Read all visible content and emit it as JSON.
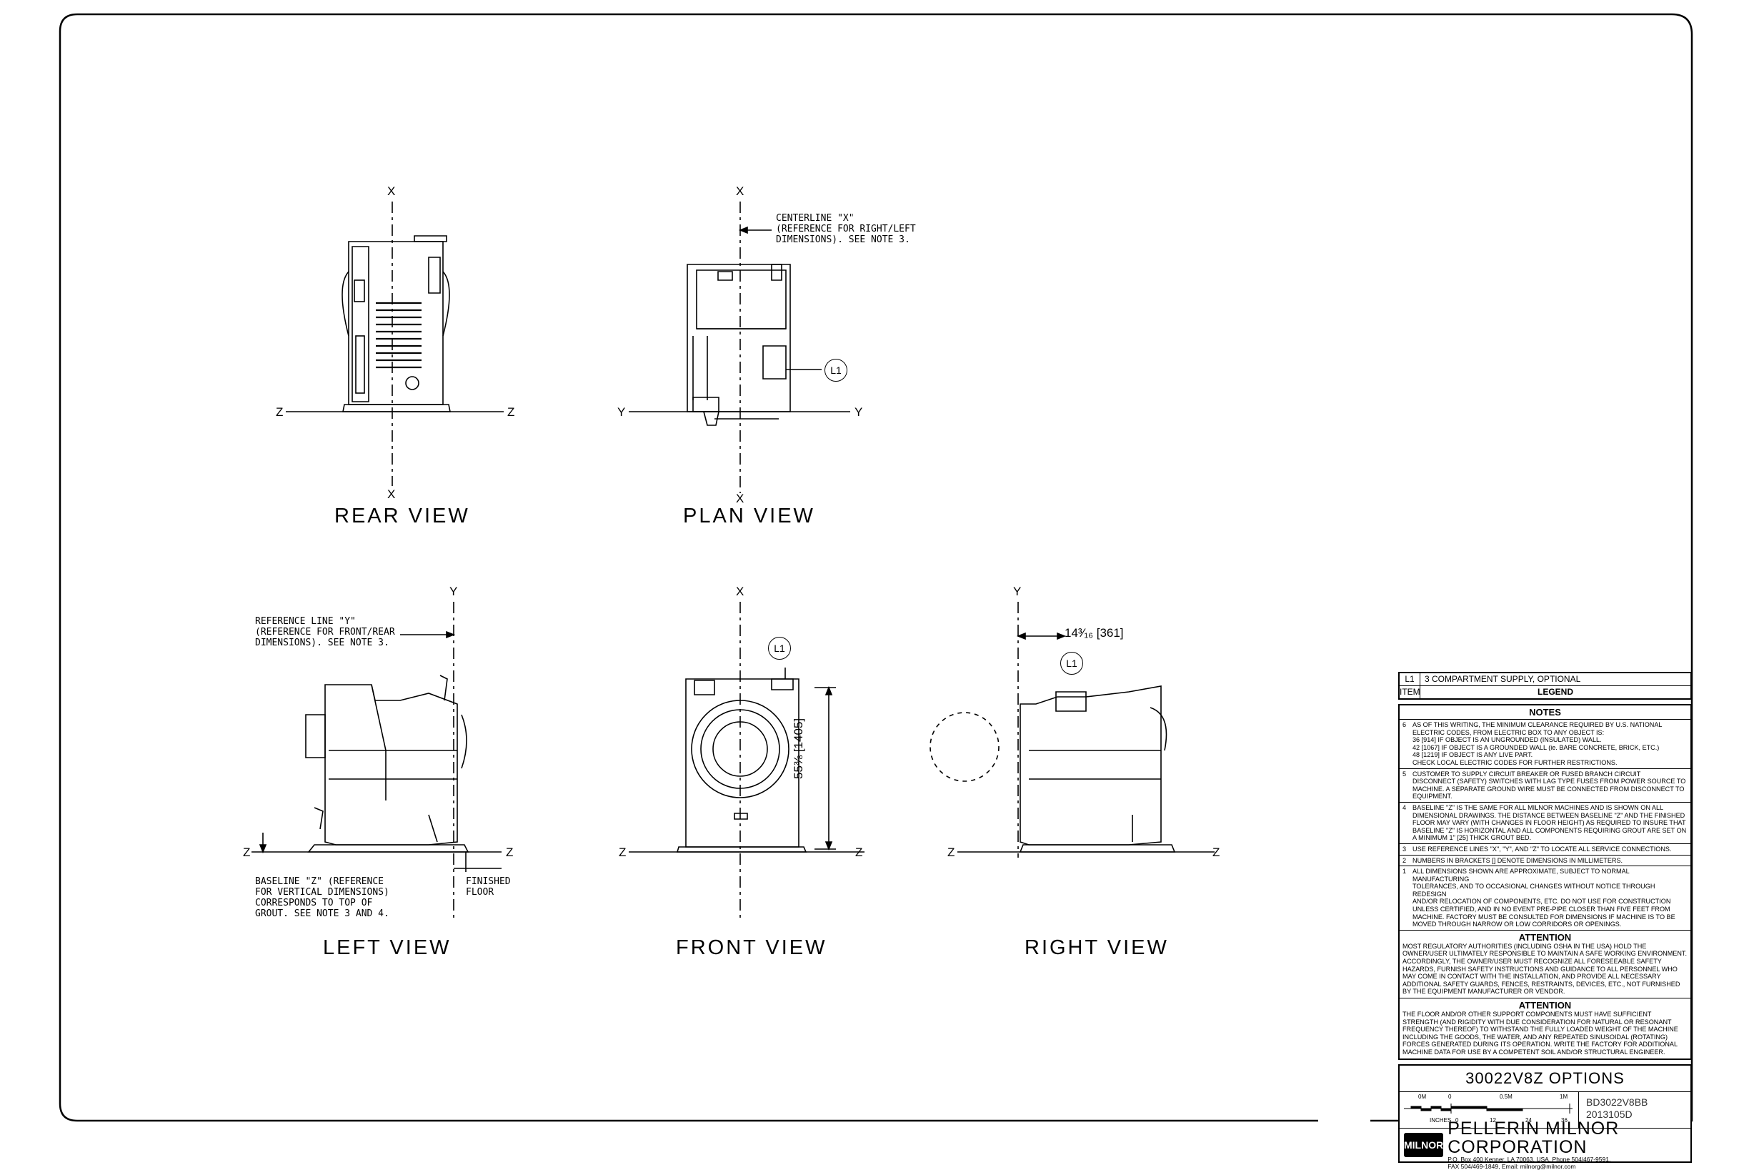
{
  "views": {
    "rear": "REAR VIEW",
    "plan": "PLAN VIEW",
    "left": "LEFT VIEW",
    "front": "FRONT VIEW",
    "right": "RIGHT VIEW"
  },
  "axis_letters": {
    "x": "X",
    "y": "Y",
    "z": "Z"
  },
  "callouts": {
    "centerline_x": "CENTERLINE \"X\"\n(REFERENCE FOR RIGHT/LEFT\nDIMENSIONS). SEE NOTE 3.",
    "reference_line_y": "REFERENCE LINE \"Y\"\n(REFERENCE FOR FRONT/REAR\nDIMENSIONS). SEE NOTE 3.",
    "baseline_z": "BASELINE \"Z\" (REFERENCE\nFOR VERTICAL DIMENSIONS)\nCORRESPONDS TO TOP OF\nGROUT. SEE NOTE 3 AND 4.",
    "finished_floor": "FINISHED\nFLOOR",
    "balloon": "L1"
  },
  "dimensions": {
    "front_height": "55⅜ [1405]",
    "right_offset": "14³⁄₁₆ [361]"
  },
  "legend": {
    "item_id": "L1",
    "item_text": "3 COMPARTMENT SUPPLY, OPTIONAL",
    "header_item": "ITEM",
    "header_legend": "LEGEND"
  },
  "notes": {
    "title": "NOTES",
    "items": [
      {
        "num": "6",
        "text": "AS OF THIS WRITING, THE MINIMUM CLEARANCE REQUIRED BY U.S. NATIONAL\nELECTRIC CODES, FROM ELECTRIC BOX TO ANY OBJECT IS:\n      36 [914] IF OBJECT IS AN UNGROUNDED (INSULATED) WALL.\n      42 [1067] IF OBJECT IS A GROUNDED WALL (ie. BARE CONCRETE, BRICK, ETC.)\n      48 [1219] IF OBJECT IS ANY LIVE PART.\nCHECK LOCAL ELECTRIC CODES FOR FURTHER RESTRICTIONS."
      },
      {
        "num": "5",
        "text": "CUSTOMER TO SUPPLY CIRCUIT BREAKER OR FUSED BRANCH CIRCUIT\nDISCONNECT (SAFETY) SWITCHES WITH LAG TYPE FUSES FROM POWER SOURCE TO\nMACHINE. A SEPARATE GROUND WIRE MUST BE CONNECTED FROM DISCONNECT TO\nEQUIPMENT."
      },
      {
        "num": "4",
        "text": "BASELINE \"Z\" IS THE SAME FOR ALL MILNOR MACHINES AND IS SHOWN ON ALL\nDIMENSIONAL DRAWINGS. THE DISTANCE BETWEEN BASELINE \"Z\" AND THE FINISHED\nFLOOR MAY VARY (WITH CHANGES IN FLOOR HEIGHT) AS REQUIRED TO INSURE THAT\nBASELINE \"Z\" IS HORIZONTAL AND ALL COMPONENTS REQUIRING GROUT ARE SET ON\nA MINIMUM 1\" [25] THICK GROUT BED."
      },
      {
        "num": "3",
        "text": "USE REFERENCE LINES \"X\", \"Y\", AND \"Z\" TO LOCATE ALL SERVICE CONNECTIONS."
      },
      {
        "num": "2",
        "text": "NUMBERS IN BRACKETS [] DENOTE DIMENSIONS IN MILLIMETERS."
      },
      {
        "num": "1",
        "text": "ALL DIMENSIONS SHOWN ARE APPROXIMATE, SUBJECT TO NORMAL MANUFACTURING\nTOLERANCES, AND TO OCCASIONAL CHANGES WITHOUT NOTICE THROUGH REDESIGN\nAND/OR RELOCATION OF COMPONENTS, ETC. DO NOT USE FOR CONSTRUCTION\nUNLESS CERTIFIED, AND IN NO EVENT PRE-PIPE CLOSER THAN FIVE FEET FROM\nMACHINE. FACTORY MUST BE CONSULTED FOR DIMENSIONS IF MACHINE IS TO BE\nMOVED THROUGH NARROW OR LOW CORRIDORS OR OPENINGS."
      }
    ]
  },
  "attention": [
    {
      "title": "ATTENTION",
      "text": "MOST REGULATORY AUTHORITIES (INCLUDING OSHA IN THE USA) HOLD THE OWNER/USER ULTIMATELY RESPONSIBLE TO MAINTAIN A SAFE WORKING ENVIRONMENT. ACCORDINGLY, THE OWNER/USER MUST RECOGNIZE ALL FORESEEABLE SAFETY HAZARDS, FURNISH SAFETY INSTRUCTIONS AND GUIDANCE TO ALL PERSONNEL WHO MAY COME IN CONTACT WITH THE INSTALLATION, AND PROVIDE ALL NECESSARY ADDITIONAL SAFETY GUARDS, FENCES, RESTRAINTS, DEVICES, ETC., NOT FURNISHED BY THE EQUIPMENT MANUFACTURER OR VENDOR."
    },
    {
      "title": "ATTENTION",
      "text": "THE FLOOR AND/OR OTHER SUPPORT COMPONENTS MUST HAVE SUFFICIENT STRENGTH (AND RIGIDITY WITH DUE CONSIDERATION FOR NATURAL OR RESONANT FREQUENCY THEREOF) TO WITHSTAND THE FULLY LOADED WEIGHT OF THE MACHINE INCLUDING THE GOODS, THE WATER, AND ANY REPEATED SINUSOIDAL (ROTATING) FORCES GENERATED DURING ITS OPERATION. WRITE THE FACTORY FOR ADDITIONAL MACHINE DATA FOR USE BY A COMPETENT SOIL AND/OR STRUCTURAL ENGINEER."
    }
  ],
  "title_block": {
    "drawing_title": "30022V8Z OPTIONS",
    "scale_labels": [
      "0M",
      "0",
      "0.5M",
      "1M"
    ],
    "scale_inches": [
      "INCHES",
      "0",
      "12",
      "24",
      "36"
    ],
    "drawing_number": "BD3022V8BB",
    "revision": "2013105D",
    "logo_text": "MILNOR",
    "company": "PELLERIN MILNOR CORPORATION",
    "address_line1": "P.O. Box 400 Kenner, LA 70063, USA, Phone 504/467-9591,",
    "address_line2": "FAX 504/469-1849, Email: milnorg@milnor.com"
  }
}
